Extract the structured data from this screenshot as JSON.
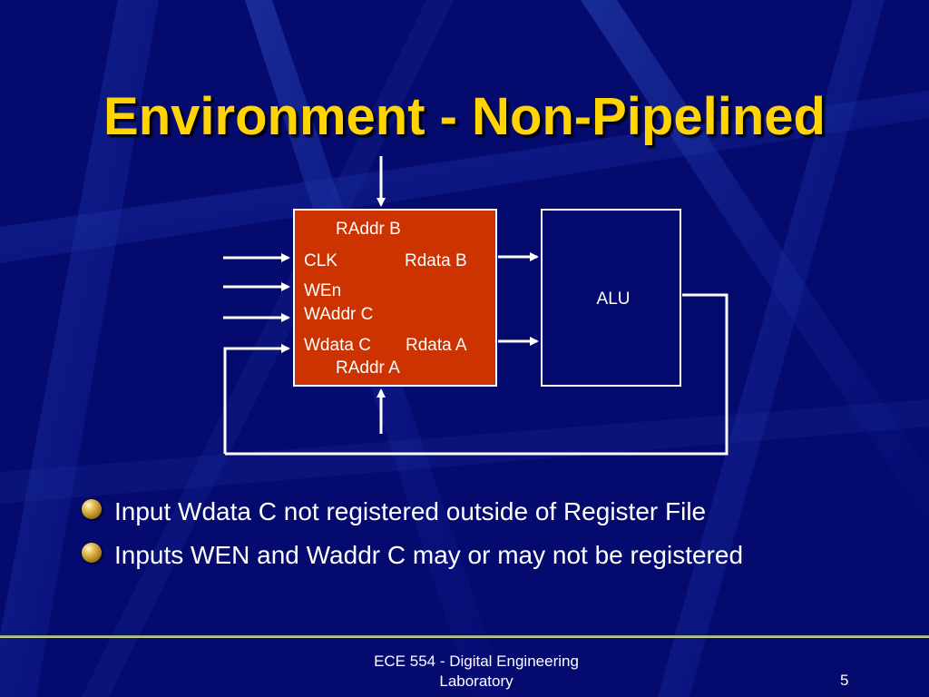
{
  "slide": {
    "title": "Environment - Non-Pipelined"
  },
  "diagram": {
    "register_file": {
      "label_raddr_b": "RAddr B",
      "label_clk": "CLK",
      "label_rdata_b": "Rdata B",
      "label_wen": "WEn",
      "label_waddr_c": "WAddr C",
      "label_wdata_c": "Wdata C",
      "label_rdata_a": "Rdata A",
      "label_raddr_a": "RAddr A",
      "color": "#cc3300"
    },
    "alu": {
      "label": "ALU",
      "color": "#050a6e"
    }
  },
  "bullets": [
    "Input Wdata C not registered outside of Register File",
    "Inputs WEN and Waddr C may or may not be registered"
  ],
  "footer": {
    "text_line1": "ECE 554 - Digital Engineering",
    "text_line2": "Laboratory",
    "page_number": "5"
  }
}
